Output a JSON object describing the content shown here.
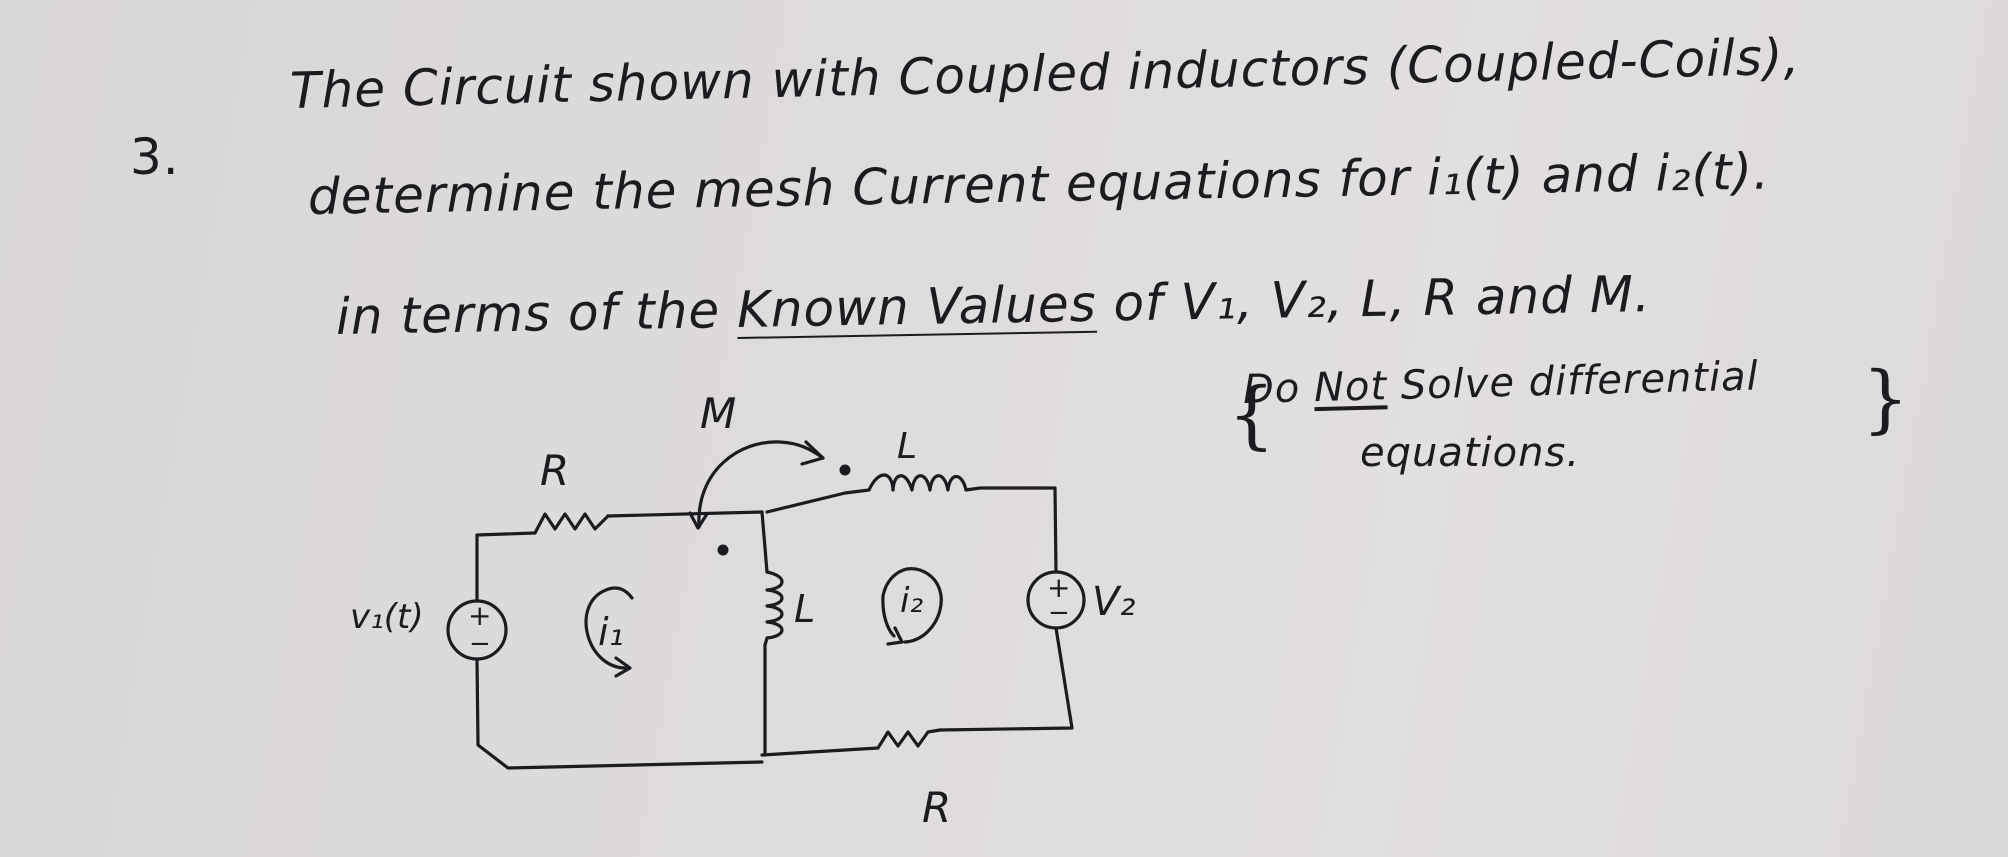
{
  "problem": {
    "number": "3.",
    "line1": "The Circuit shown with Coupled inductors (Coupled-Coils),",
    "line2": "determine the mesh Current equations for i₁(t) and i₂(t).",
    "line3_prefix": "in terms of the",
    "line3_underlined": "Known Values",
    "line3_suffix": "of V₁, V₂, L, R and M.",
    "note_line1": "Do Not Solve differential",
    "note_line2": "equations.",
    "note_emphasis": "Not",
    "brace_open": "{",
    "brace_close": "}"
  },
  "circuit": {
    "labels": {
      "mutual": "M",
      "resistor_top": "R",
      "inductor_top": "L",
      "inductor_middle": "L",
      "source_left": "v₁(t)",
      "source_right": "V₂",
      "mesh1": "i₁",
      "mesh2": "i₂",
      "resistor_bottom": "R",
      "plus_sign": "+",
      "minus_sign": "−"
    }
  },
  "colors": {
    "ink": "#1c1b20",
    "paper": "#dedbdc"
  }
}
